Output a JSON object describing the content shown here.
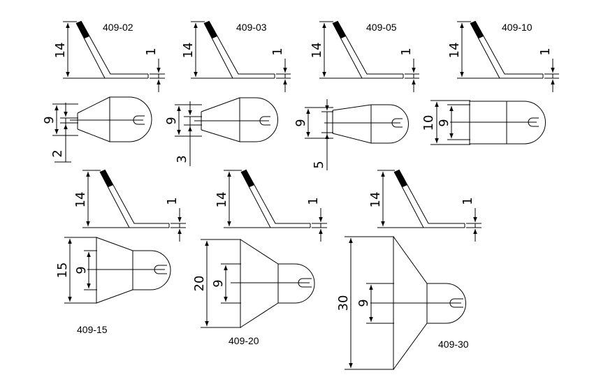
{
  "parts": [
    {
      "code": "409-02",
      "side": {
        "height": "14",
        "thickness": "1"
      },
      "top": {
        "width": "9",
        "tip": "2"
      }
    },
    {
      "code": "409-03",
      "side": {
        "height": "14",
        "thickness": "1"
      },
      "top": {
        "width": "9",
        "tip": "3"
      }
    },
    {
      "code": "409-05",
      "side": {
        "height": "14",
        "thickness": "1"
      },
      "top": {
        "width": "9",
        "tip": "5"
      }
    },
    {
      "code": "409-10",
      "side": {
        "height": "14",
        "thickness": "1"
      },
      "top": {
        "width": "9",
        "tip": "10"
      }
    },
    {
      "code": "409-15",
      "side": {
        "height": "14",
        "thickness": "1"
      },
      "top": {
        "width": "9",
        "tip": "15"
      }
    },
    {
      "code": "409-20",
      "side": {
        "height": "14",
        "thickness": "1"
      },
      "top": {
        "width": "9",
        "tip": "20"
      }
    },
    {
      "code": "409-30",
      "side": {
        "height": "14",
        "thickness": "1"
      },
      "top": {
        "width": "9",
        "tip": "30"
      }
    }
  ]
}
